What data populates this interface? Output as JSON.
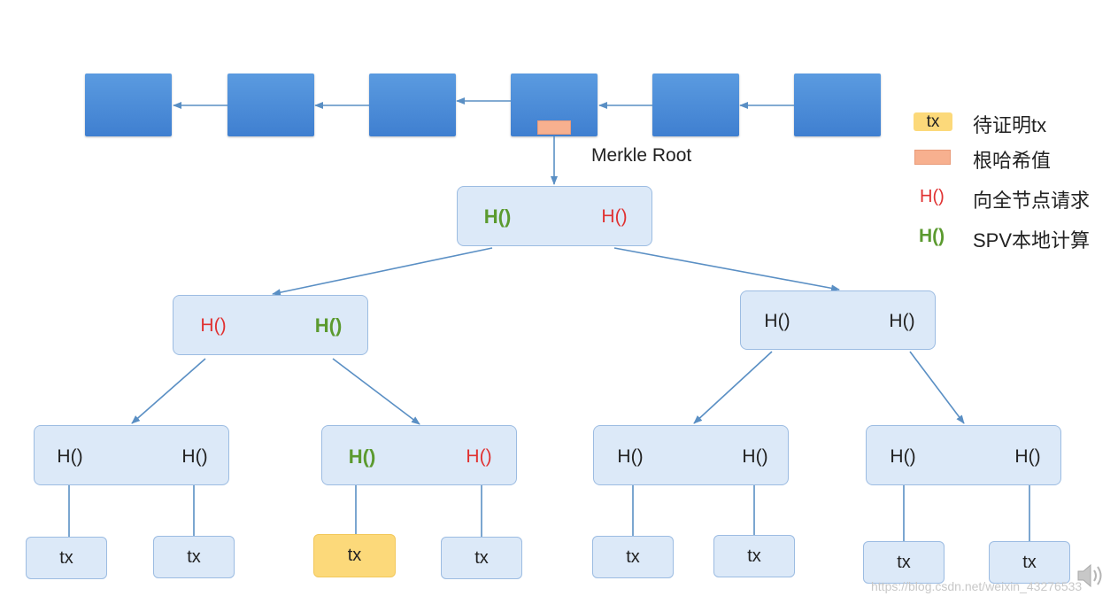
{
  "labels": {
    "merkle_root": "Merkle Root",
    "hash": "H()",
    "tx": "tx"
  },
  "legend": {
    "tx_swatch": "tx",
    "tx_label": "待证明tx",
    "root_label": "根哈希值",
    "red_mark": "H()",
    "red_label": "向全节点请求",
    "green_mark": "H()",
    "green_label": "SPV本地计算"
  },
  "watermark": "https://blog.csdn.net/weixin_43276533",
  "colors": {
    "block": "#4a8ad8",
    "node": "#dce9f8",
    "target_tx": "#fcd97a",
    "root_hash": "#f7b08f",
    "request": "#e03232",
    "local": "#5b9a2f",
    "arrow": "#5a8fc4"
  }
}
